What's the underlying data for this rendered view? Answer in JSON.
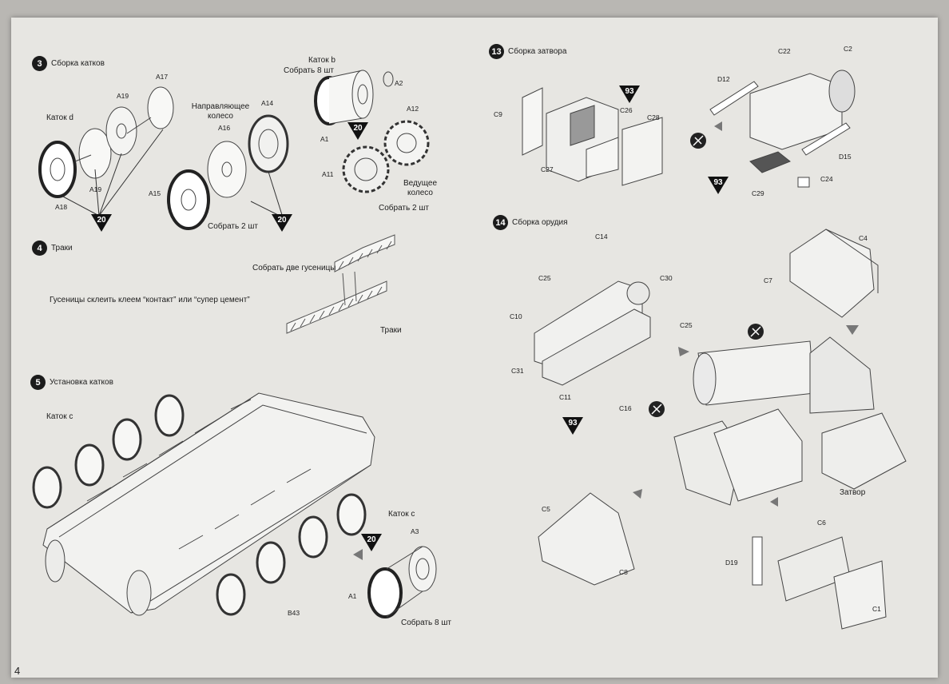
{
  "page": {
    "number": "4"
  },
  "steps": {
    "s3": {
      "num": "3",
      "title": "Сборка катков"
    },
    "s4": {
      "num": "4",
      "title": "Траки"
    },
    "s5": {
      "num": "5",
      "title": "Установка катков"
    },
    "s13": {
      "num": "13",
      "title": "Сборка затвора"
    },
    "s14": {
      "num": "14",
      "title": "Сборка орудия"
    }
  },
  "labels": {
    "katok_d": "Каток d",
    "napr_koleso": "Направляющее колесо",
    "katok_b": "Каток b",
    "sobrat_8": "Собрать 8 шт",
    "vedush_koleso": "Ведущее колесо",
    "sobrat_2_a": "Собрать 2 шт",
    "sobrat_2_b": "Собрать 2 шт",
    "sobrat_dve": "Собрать две гусеницы",
    "gusenicy_note": "Гусеницы склеить клеем “контакт” или “супер цемент”",
    "traki": "Траки",
    "katok_c_left": "Каток c",
    "katok_c_right": "Каток c",
    "sobrat_8_b": "Собрать 8 шт",
    "zatvor": "Затвор"
  },
  "parts": {
    "A17": "A17",
    "A19a": "A19",
    "A19b": "A19",
    "A18": "A18",
    "A14": "A14",
    "A16": "A16",
    "A15": "A15",
    "A2": "A2",
    "A1a": "A1",
    "A12": "A12",
    "A11": "A11",
    "A3": "A3",
    "A1b": "A1",
    "B43": "B43",
    "C9": "C9",
    "C26": "C26",
    "C28": "C28",
    "C27": "C27",
    "C22": "C22",
    "C2": "C2",
    "D12": "D12",
    "D15": "D15",
    "C29": "C29",
    "C24": "C24",
    "C14": "C14",
    "C25a": "C25",
    "C30": "C30",
    "C10": "C10",
    "C25b": "C25",
    "C31": "C31",
    "C11": "C11",
    "C16": "C16",
    "C4": "C4",
    "C7": "C7",
    "C5": "C5",
    "C8": "C8",
    "D19": "D19",
    "C6": "C6",
    "C1": "C1"
  },
  "badges": {
    "b20a": "20",
    "b20b": "20",
    "b20c": "20",
    "b20d": "20",
    "b93a": "93",
    "b93b": "93",
    "b93c": "93"
  }
}
